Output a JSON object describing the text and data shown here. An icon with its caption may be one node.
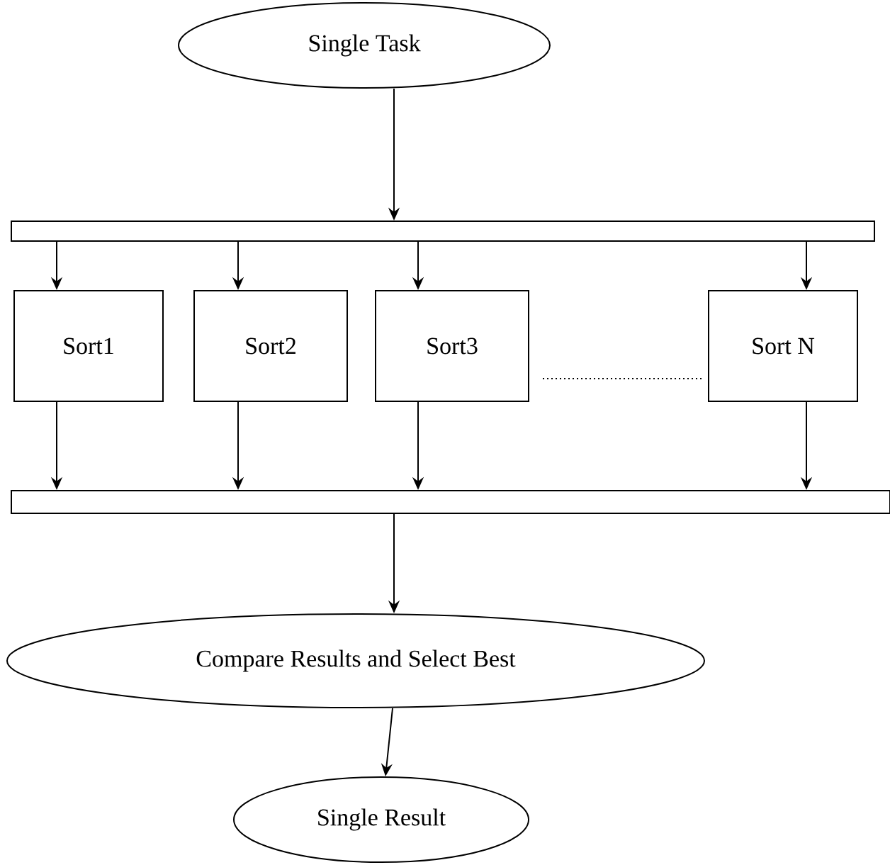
{
  "diagram": {
    "nodes": [
      {
        "text": [
          "Single Task"
        ]
      },
      {
        "text": [],
        "shape": "bar"
      },
      {
        "text": [
          "Sort1"
        ]
      },
      {
        "text": [
          "Sort2"
        ]
      },
      {
        "text": [
          "Sort3"
        ]
      },
      {
        "text": [
          "Sort N"
        ]
      },
      {
        "text": [],
        "shape": "bar"
      },
      {
        "text": [
          "Compare Results and Select Best"
        ]
      },
      {
        "text": [
          "Single Result"
        ]
      }
    ],
    "edges": [
      {
        "from": 0,
        "to": 1,
        "arrow": "to"
      },
      {
        "from": 1,
        "to": 2,
        "arrow": "to"
      },
      {
        "from": 1,
        "to": 3,
        "arrow": "to"
      },
      {
        "from": 1,
        "to": 4,
        "arrow": "to"
      },
      {
        "from": 1,
        "to": 5,
        "arrow": "to"
      },
      {
        "from": 2,
        "to": 6,
        "arrow": "to"
      },
      {
        "from": 3,
        "to": 6,
        "arrow": "to"
      },
      {
        "from": 4,
        "to": 6,
        "arrow": "to"
      },
      {
        "from": 5,
        "to": 6,
        "arrow": "to"
      },
      {
        "from": 6,
        "to": 7,
        "arrow": "to"
      },
      {
        "from": 7,
        "to": 8,
        "arrow": "to"
      }
    ]
  }
}
